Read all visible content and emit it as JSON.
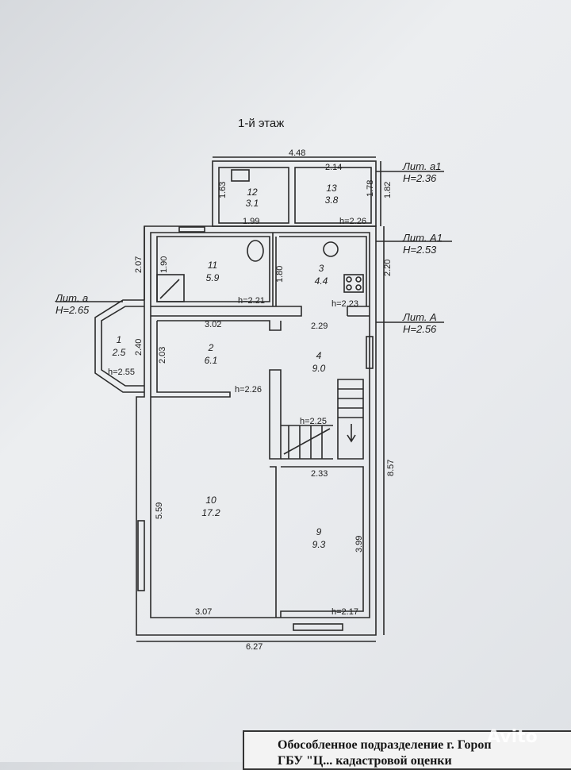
{
  "title": "1-й этаж",
  "rooms": [
    {
      "num": "12",
      "area": "3.1"
    },
    {
      "num": "13",
      "area": "3.8"
    },
    {
      "num": "11",
      "area": "5.9"
    },
    {
      "num": "3",
      "area": "4.4"
    },
    {
      "num": "1",
      "area": "2.5"
    },
    {
      "num": "2",
      "area": "6.1"
    },
    {
      "num": "4",
      "area": "9.0"
    },
    {
      "num": "10",
      "area": "17.2"
    },
    {
      "num": "9",
      "area": "9.3"
    }
  ],
  "labels": [
    {
      "name": "Лит. а1",
      "h": "H=2.36"
    },
    {
      "name": "Лит. А1",
      "h": "H=2.53"
    },
    {
      "name": "Лит. а",
      "h": "H=2.65"
    },
    {
      "name": "Лит. А",
      "h": "H=2.56"
    }
  ],
  "dims": [
    "4.48",
    "2.14",
    "1.63",
    "1.78",
    "1.82",
    "1.99",
    "h=2.26",
    "2.07",
    "1.90",
    "1.80",
    "2.20",
    "h=2.21",
    "h=2.23",
    "3.02",
    "2.29",
    "2.40",
    "2.03",
    "h=2.55",
    "h=2.26",
    "h=2.25",
    "2.33",
    "5.59",
    "3.99",
    "8.57",
    "3.07",
    "h=2.17",
    "6.27"
  ],
  "footer": {
    "line1": "Обособленное подразделение г. Гороп",
    "line2": "ГБУ \"Ц... кадастровой оценки"
  },
  "watermark": "Avito"
}
